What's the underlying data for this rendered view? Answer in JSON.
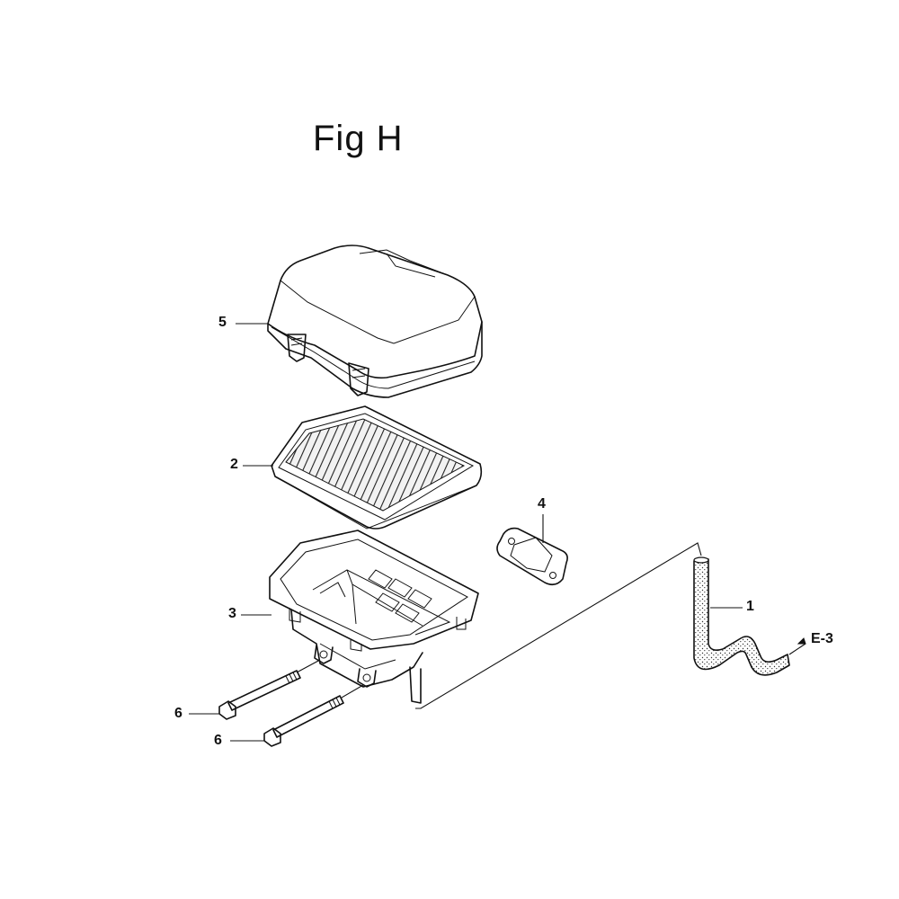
{
  "figure": {
    "title": "Fig H"
  },
  "callouts": {
    "part1": "1",
    "part2": "2",
    "part3": "3",
    "part4": "4",
    "part5": "5",
    "part6a": "6",
    "part6b": "6"
  },
  "reference": {
    "label": "E-3"
  },
  "parts": [
    {
      "number": "1",
      "icon": "breather-tube"
    },
    {
      "number": "2",
      "icon": "air-filter-element"
    },
    {
      "number": "3",
      "icon": "air-cleaner-case"
    },
    {
      "number": "4",
      "icon": "gasket"
    },
    {
      "number": "5",
      "icon": "air-cleaner-cover"
    },
    {
      "number": "6",
      "icon": "flange-bolt"
    }
  ]
}
